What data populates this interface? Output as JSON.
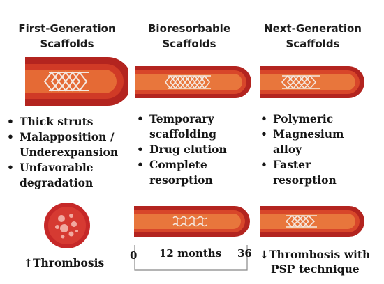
{
  "columns": [
    {
      "title_line1": "First-Generation",
      "title_line2": "Scaffolds",
      "features": [
        "Thick struts",
        "Malapposition /",
        "Underexpansion",
        "Unfavorable",
        "degradation"
      ],
      "bottom_text": "↑Thrombosis"
    },
    {
      "title_line1": "Bioresorbable",
      "title_line2": "Scaffolds",
      "features": [
        "Temporary",
        "scaffolding",
        "Drug elution",
        "Complete",
        "resorption"
      ],
      "timeline": {
        "start": "0",
        "middle": "12 months",
        "end": "36"
      }
    },
    {
      "title_line1": "Next-Generation",
      "title_line2": "Scaffolds",
      "features": [
        "Polymeric",
        "Magnesium",
        "alloy",
        "Faster",
        "resorption"
      ],
      "bottom_text_line1": "↓Thrombosis with",
      "bottom_text_line2": "PSP technique"
    }
  ],
  "colors": {
    "vessel_outer": "#b3241f",
    "vessel_mid": "#d8462a",
    "vessel_lumen": "#e8763c",
    "strut": "#f4e8e0",
    "clot": "#c62828"
  }
}
